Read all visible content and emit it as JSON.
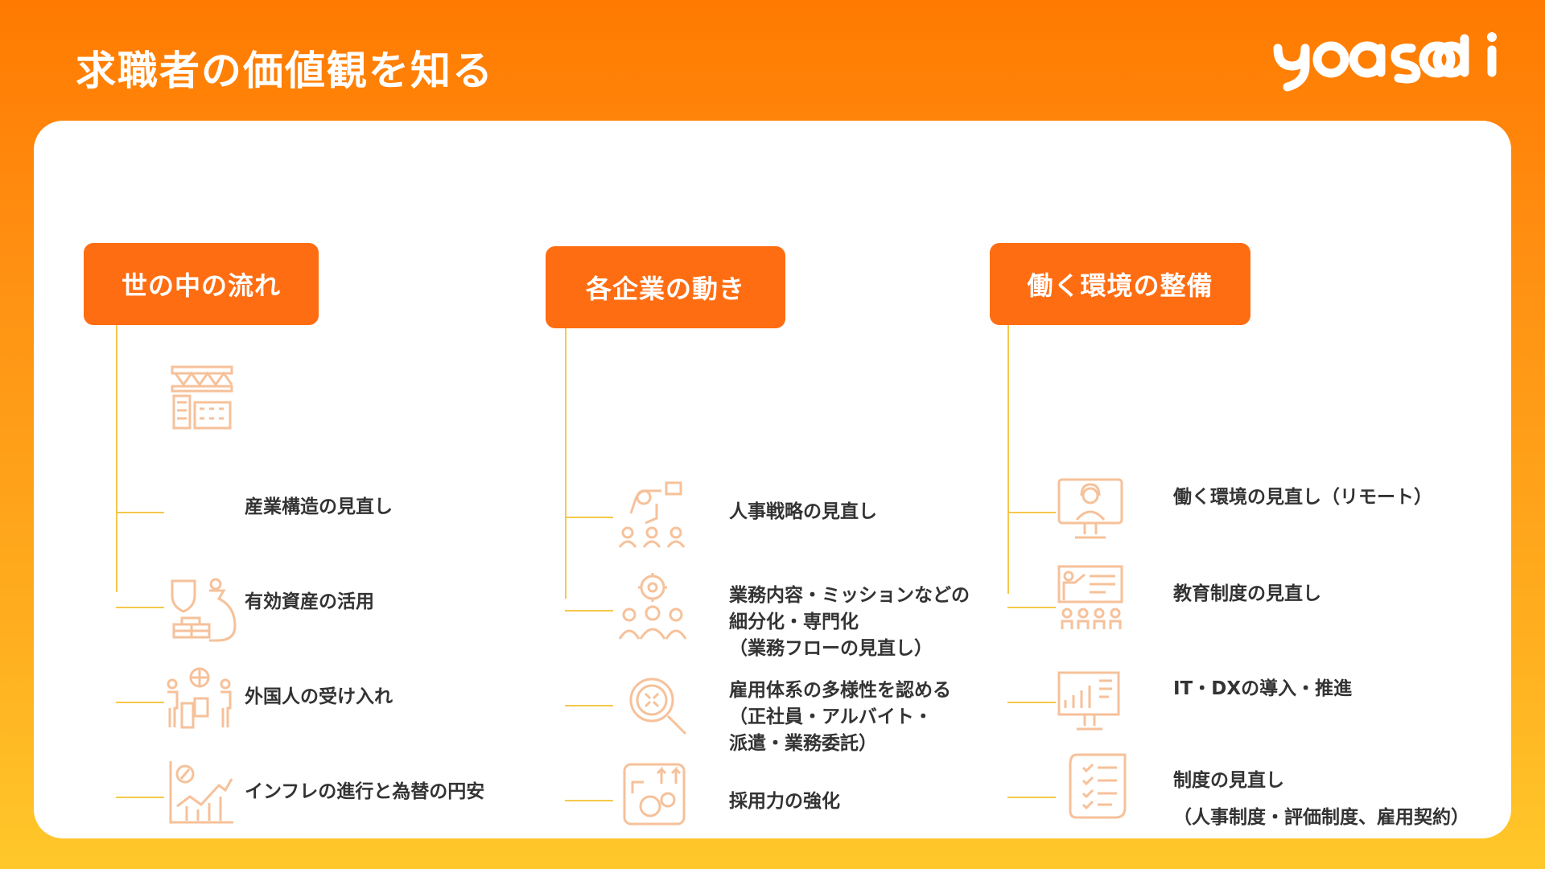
{
  "header": {
    "title": "求職者の価値観を知る",
    "logo_text": "yoasobi"
  },
  "colors": {
    "accent": "#ff6d12",
    "connector": "#f5c84a",
    "icon": "#f6c19a"
  },
  "columns": [
    {
      "title": "世の中の流れ",
      "items": [
        {
          "icon": "factory-icon",
          "lines": [
            "産業構造の見直し"
          ]
        },
        {
          "icon": "money-bag-shield-icon",
          "lines": [
            "有効資産の活用"
          ]
        },
        {
          "icon": "travelers-globe-icon",
          "lines": [
            "外国人の受け入れ"
          ]
        },
        {
          "icon": "growth-chart-percent-icon",
          "lines": [
            "インフレの進行と為替の円安"
          ]
        }
      ]
    },
    {
      "title": "各企業の動き",
      "items": [
        {
          "icon": "team-strategy-icon",
          "lines": [
            "人事戦略の見直し"
          ]
        },
        {
          "icon": "gear-team-icon",
          "lines": [
            "業務内容・ミッションなどの",
            "細分化・専門化",
            "（業務フローの見直し）"
          ]
        },
        {
          "icon": "magnifier-icon",
          "lines": [
            "雇用体系の多様性を認める",
            "（正社員・アルバイト・",
            "派遣・業務委託）"
          ]
        },
        {
          "icon": "recruitment-gears-icon",
          "lines": [
            "採用力の強化"
          ]
        }
      ]
    },
    {
      "title": "働く環境の整備",
      "items": [
        {
          "icon": "remote-worker-icon",
          "lines": [
            "働く環境の見直し（リモート）"
          ]
        },
        {
          "icon": "presentation-icon",
          "lines": [
            "教育制度の見直し"
          ]
        },
        {
          "icon": "dashboard-monitor-icon",
          "lines": [
            "IT・DXの導入・推進"
          ]
        },
        {
          "icon": "checklist-icon",
          "lines": [
            "制度の見直し",
            "（人事制度・評価制度、雇用契約）"
          ]
        }
      ]
    }
  ]
}
